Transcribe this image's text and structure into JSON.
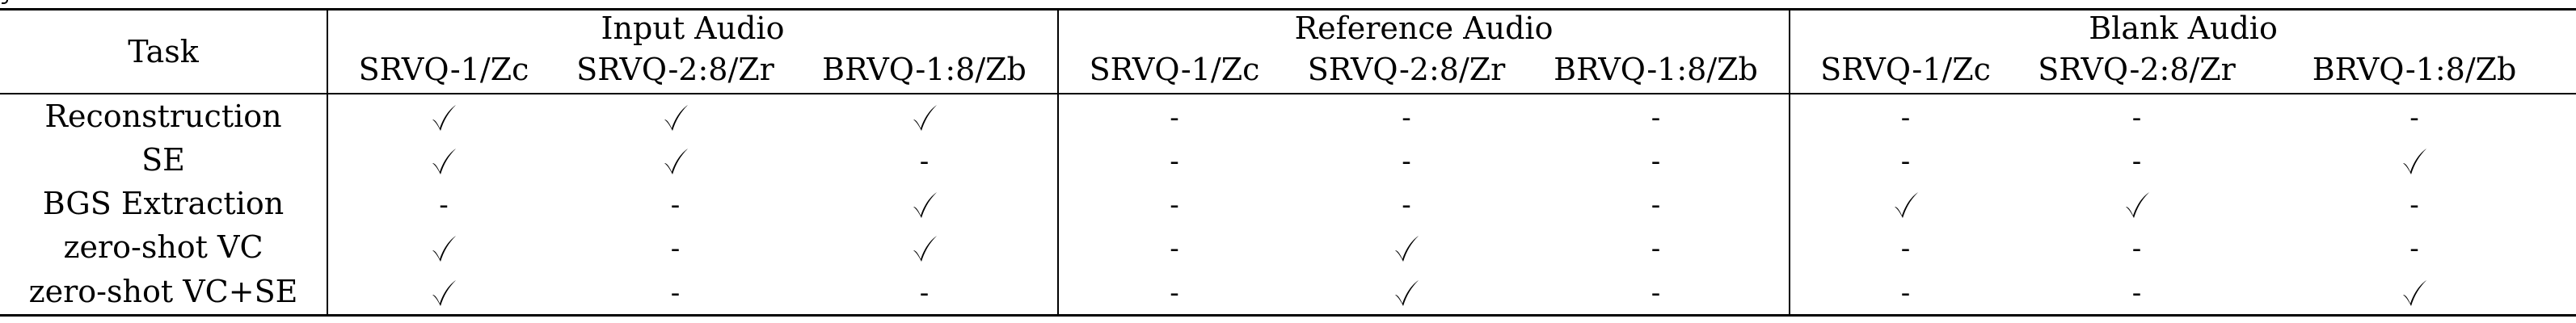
{
  "table": {
    "task_header": "Task",
    "groups": [
      {
        "label": "Input Audio",
        "columns": [
          "SRVQ-1/Zc",
          "SRVQ-2:8/Zr",
          "BRVQ-1:8/Zb"
        ]
      },
      {
        "label": "Reference Audio",
        "columns": [
          "SRVQ-1/Zc",
          "SRVQ-2:8/Zr",
          "BRVQ-1:8/Zb"
        ]
      },
      {
        "label": "Blank Audio",
        "columns": [
          "SRVQ-1/Zc",
          "SRVQ-2:8/Zr",
          "BRVQ-1:8/Zb"
        ]
      }
    ],
    "dash_symbol": "-",
    "check_icon": "check-icon",
    "rows": [
      {
        "task": "Reconstruction",
        "cells": [
          true,
          true,
          true,
          false,
          false,
          false,
          false,
          false,
          false
        ]
      },
      {
        "task": "SE",
        "cells": [
          true,
          true,
          false,
          false,
          false,
          false,
          false,
          false,
          true
        ]
      },
      {
        "task": "BGS Extraction",
        "cells": [
          false,
          false,
          true,
          false,
          false,
          false,
          true,
          true,
          false
        ]
      },
      {
        "task": "zero-shot VC",
        "cells": [
          true,
          false,
          true,
          false,
          true,
          false,
          false,
          false,
          false
        ]
      },
      {
        "task": "zero-shot VC+SE",
        "cells": [
          true,
          false,
          false,
          false,
          true,
          false,
          false,
          false,
          true
        ]
      }
    ]
  }
}
